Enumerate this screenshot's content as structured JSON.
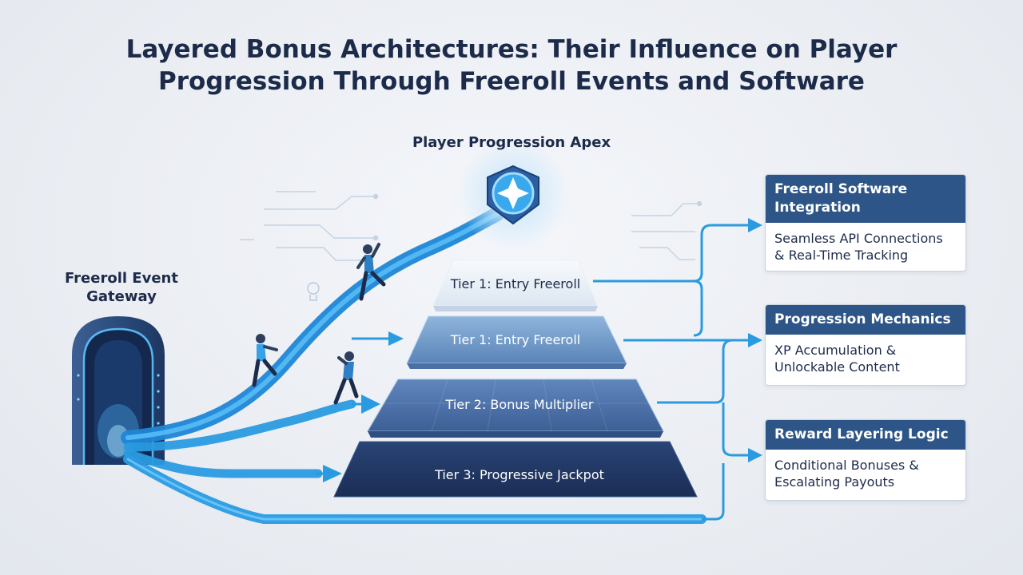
{
  "title": {
    "line1": "Layered Bonus Architectures: Their Influence on Player",
    "line2": "Progression Through Freeroll Events and Software"
  },
  "apex": {
    "label": "Player Progression Apex",
    "icon": "star-badge-icon"
  },
  "gateway": {
    "line1": "Freeroll Event",
    "line2": "Gateway",
    "icon": "arch-portal-icon"
  },
  "pyramid": {
    "tiers": [
      {
        "label": "Tier 1: Entry Freeroll"
      },
      {
        "label": "Tier 1: Entry Freeroll"
      },
      {
        "label": "Tier 2: Bonus Multiplier"
      },
      {
        "label": "Tier 3: Progressive Jackpot"
      }
    ]
  },
  "cards": [
    {
      "title_line1": "Freeroll Software",
      "title_line2": "Integration",
      "body_line1": "Seamless API Connections",
      "body_line2": "& Real-Time Tracking"
    },
    {
      "title_line1": "Progression Mechanics",
      "body_line1": "XP Accumulation &",
      "body_line2": "Unlockable Content"
    },
    {
      "title_line1": "Reward Layering Logic",
      "body_line1": "Conditional Bonuses &",
      "body_line2": "Escalating Payouts"
    }
  ],
  "colors": {
    "accent": "#2a9be0",
    "navy": "#1d2b4a",
    "card_header": "#2d5587",
    "tier3": "#1f3560"
  }
}
